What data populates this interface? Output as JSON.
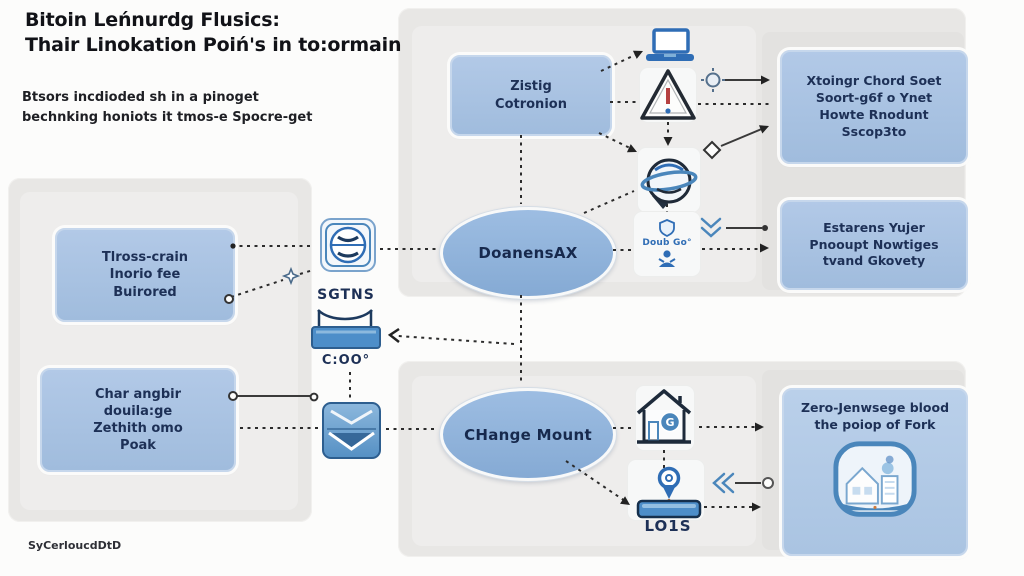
{
  "title": "Bitoin Leńnurdg Flusics:\nThair Linokation Poiń's in to:ormain",
  "subtitle": "Btsors incdioded sh in a pinoget\nbechnking honiots it tmos-e Spocre-get",
  "caption": "SyCerloucdDtD",
  "nodes": {
    "top_box": {
      "label": "Zistig\nCotronion"
    },
    "center_ellipse": {
      "label": "DoanensAX"
    },
    "bottom_ellipse": {
      "label": "CHange Mount"
    },
    "left_box_1": {
      "label": "Tlross-crain\nInorio fee\nBuirored"
    },
    "left_box_2": {
      "label": "Char angbir\ndouila:ge\nZethith omo\nPoak"
    },
    "right_box_1": {
      "label": "Xtoingr Chord Soet\nSoort-g6f o Ynet\nHowte Rnodunt\nSscop3to"
    },
    "right_box_2": {
      "label": "Estarens Yujer\nPnooupt Nowtiges\ntvand Gkovety"
    },
    "right_box_3": {
      "label": "Zero-Jenwsege blood\nthe poiop of Fork"
    }
  },
  "labels": {
    "sgtns": "SGTNS",
    "coo": "C:OO°",
    "doub_go": "Doub Go°",
    "lo1s": "LO1S"
  },
  "icons": {
    "laptop-icon": "laptop",
    "warning-triangle-icon": "⚠",
    "globe-orbit-icon": "planet-with-ring",
    "badge-emblem-icon": "round-seal",
    "tray-icon": "tray-with-handle",
    "envelope-icon": "✉",
    "shield-mini-icon": "shield",
    "person-icon": "person",
    "house-icon": "⌂ with G badge",
    "location-pin-icon": "map-pin-on-bar",
    "city-buildings-icon": "buildings-emblem",
    "star-connector-icon": "✦",
    "gear-connector-icon": "⚙",
    "diamond-connector-icon": "◇",
    "chevron-connector-icon": "≫",
    "wrench-connector-icon": "«—○"
  },
  "colors": {
    "node_fill": "#a9c4e4",
    "ellipse_fill": "#8fb3da",
    "text_navy": "#1d3056",
    "icon_blue": "#2f6db5",
    "icon_dark": "#1f2a38",
    "connector_dark": "#2b2b2b",
    "panel_gray": "#e8e7e5",
    "bar_blue": "#4d8ec9"
  }
}
